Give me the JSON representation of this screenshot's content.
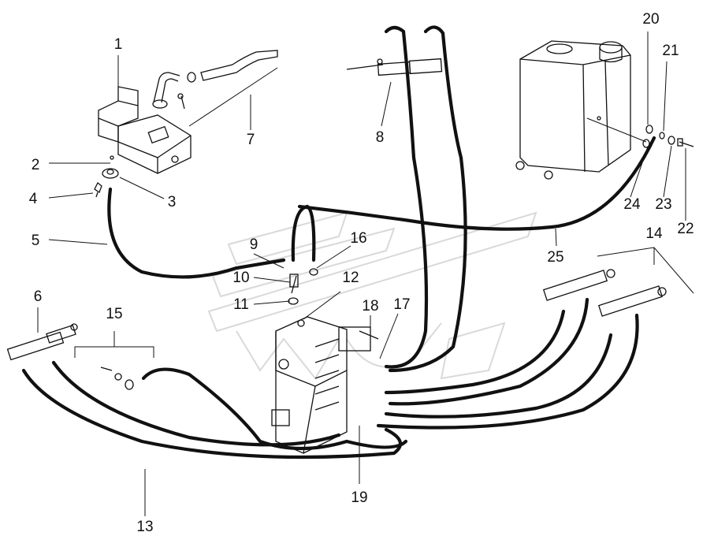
{
  "labels": [
    {
      "id": "1",
      "text": "1"
    },
    {
      "id": "2",
      "text": "2"
    },
    {
      "id": "3",
      "text": "3"
    },
    {
      "id": "4",
      "text": "4"
    },
    {
      "id": "5",
      "text": "5"
    },
    {
      "id": "6",
      "text": "6"
    },
    {
      "id": "7",
      "text": "7"
    },
    {
      "id": "8",
      "text": "8"
    },
    {
      "id": "9",
      "text": "9"
    },
    {
      "id": "10",
      "text": "10"
    },
    {
      "id": "11",
      "text": "11"
    },
    {
      "id": "12",
      "text": "12"
    },
    {
      "id": "13",
      "text": "13"
    },
    {
      "id": "14",
      "text": "14"
    },
    {
      "id": "15",
      "text": "15"
    },
    {
      "id": "16",
      "text": "16"
    },
    {
      "id": "17",
      "text": "17"
    },
    {
      "id": "18",
      "text": "18"
    },
    {
      "id": "19",
      "text": "19"
    },
    {
      "id": "20",
      "text": "20"
    },
    {
      "id": "21",
      "text": "21"
    },
    {
      "id": "22",
      "text": "22"
    },
    {
      "id": "23",
      "text": "23"
    },
    {
      "id": "24",
      "text": "24"
    },
    {
      "id": "25",
      "text": "25"
    }
  ],
  "colors": {
    "ink": "#111111",
    "watermark": "#d9d9d9",
    "background": "#ffffff"
  }
}
